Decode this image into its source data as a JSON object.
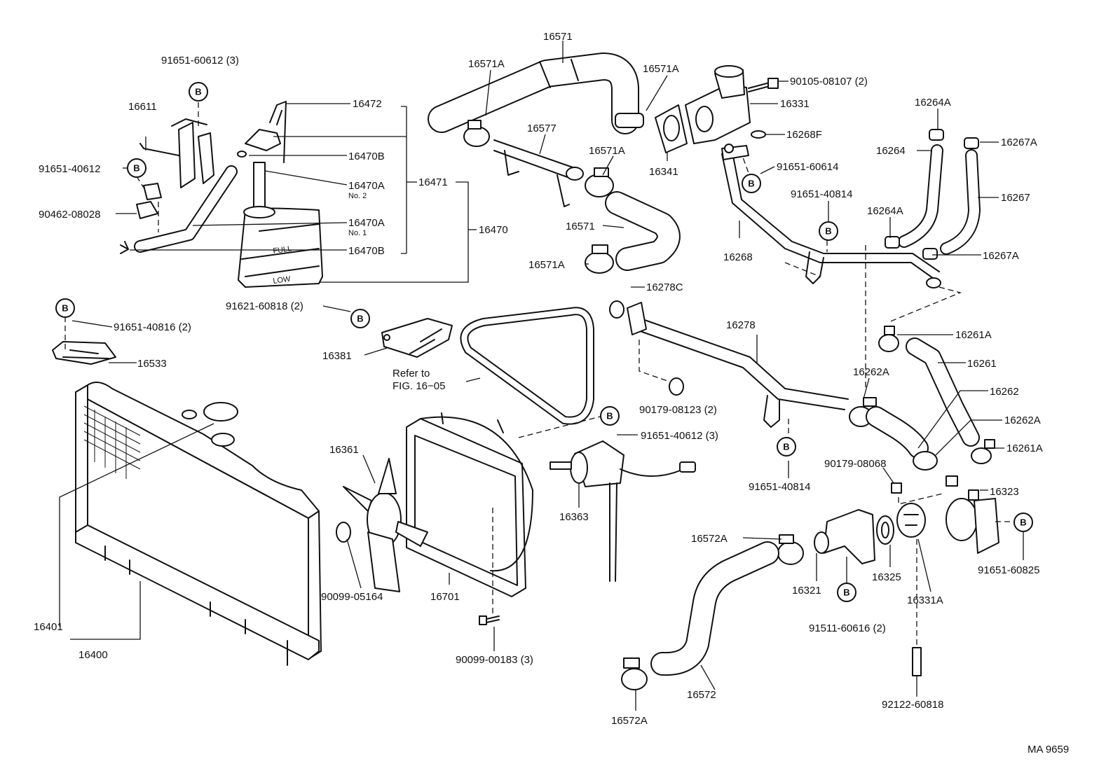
{
  "diagram_code": "MA 9659",
  "refer_note": [
    "Refer to",
    "FIG. 16−05"
  ],
  "badge_letter": "B",
  "labels": {
    "p16571": "16571",
    "p16571A_top_left": "16571A",
    "p16571A_top_right": "16571A",
    "p16571A_mid": "16571A",
    "p16571A_low": "16571A",
    "p16571_low": "16571",
    "p16577": "16577",
    "p90105": "90105-08107 (2)",
    "p16331": "16331",
    "p16268F": "16268F",
    "p16341": "16341",
    "p91651_60614": "91651-60614",
    "p16264A_top": "16264A",
    "p16264": "16264",
    "p16267A_top": "16267A",
    "p16267": "16267",
    "p91651_40814_top": "91651-40814",
    "p16264A_mid": "16264A",
    "p16268": "16268",
    "p16267A_low": "16267A",
    "p91651_60612": "91651-60612 (3)",
    "p16611": "16611",
    "p16472": "16472",
    "p16470B_top": "16470B",
    "p16470A_no2": "16470A",
    "no2": "No. 2",
    "p16471": "16471",
    "p91651_40612_left": "91651-40612",
    "p90462": "90462-08028",
    "p16470A_no1": "16470A",
    "no1": "No. 1",
    "p16470": "16470",
    "p16470B_low": "16470B",
    "p91621": "91621-60818 (2)",
    "p16381": "16381",
    "p91651_40816": "91651-40816 (2)",
    "p16533": "16533",
    "p16278C": "16278C",
    "p16278": "16278",
    "p16261A_top": "16261A",
    "p16261": "16261",
    "p16262A_top": "16262A",
    "p16262": "16262",
    "p16262A_right": "16262A",
    "p16261A_low": "16261A",
    "p90179_08123": "90179-08123 (2)",
    "p91651_40612_mid": "91651-40612 (3)",
    "p16361": "16361",
    "p16363": "16363",
    "p91651_40814_low": "91651-40814",
    "p90179_08068": "90179-08068",
    "p16323": "16323",
    "p16572A_top": "16572A",
    "p90099_05164": "90099-05164",
    "p16701": "16701",
    "p16321": "16321",
    "p16325": "16325",
    "p16331A": "16331A",
    "p91651_60825": "91651-60825",
    "p91511": "91511-60616 (2)",
    "p16401": "16401",
    "p16400": "16400",
    "p90099_00183": "90099-00183 (3)",
    "p16572": "16572",
    "p92122": "92122-60818",
    "p16572A_low": "16572A"
  }
}
